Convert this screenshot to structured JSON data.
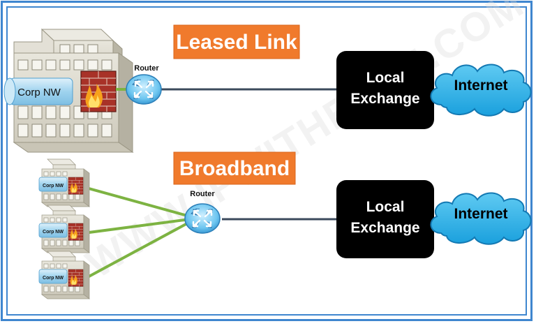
{
  "sections": [
    {
      "title": "Leased Link",
      "router_label": "Router",
      "site_label": "Corp NW",
      "exchange_line1": "Local",
      "exchange_line2": "Exchange",
      "cloud_label": "Internet"
    },
    {
      "title": "Broadband",
      "router_label": "Router",
      "site_label": "Corp NW",
      "exchange_line1": "Local",
      "exchange_line2": "Exchange",
      "cloud_label": "Internet"
    }
  ],
  "watermark": "WWW.IPWITHEASE.COM",
  "colors": {
    "frame": "#3f86cf",
    "title_bg": "#f07a2c",
    "exchange_bg": "#000000",
    "cloud_fill": "#32b5ea",
    "green_link": "#7db342",
    "dark_link": "#3b4a5c"
  },
  "icons": [
    "building-icon",
    "firewall-icon",
    "router-icon",
    "cloud-icon"
  ]
}
